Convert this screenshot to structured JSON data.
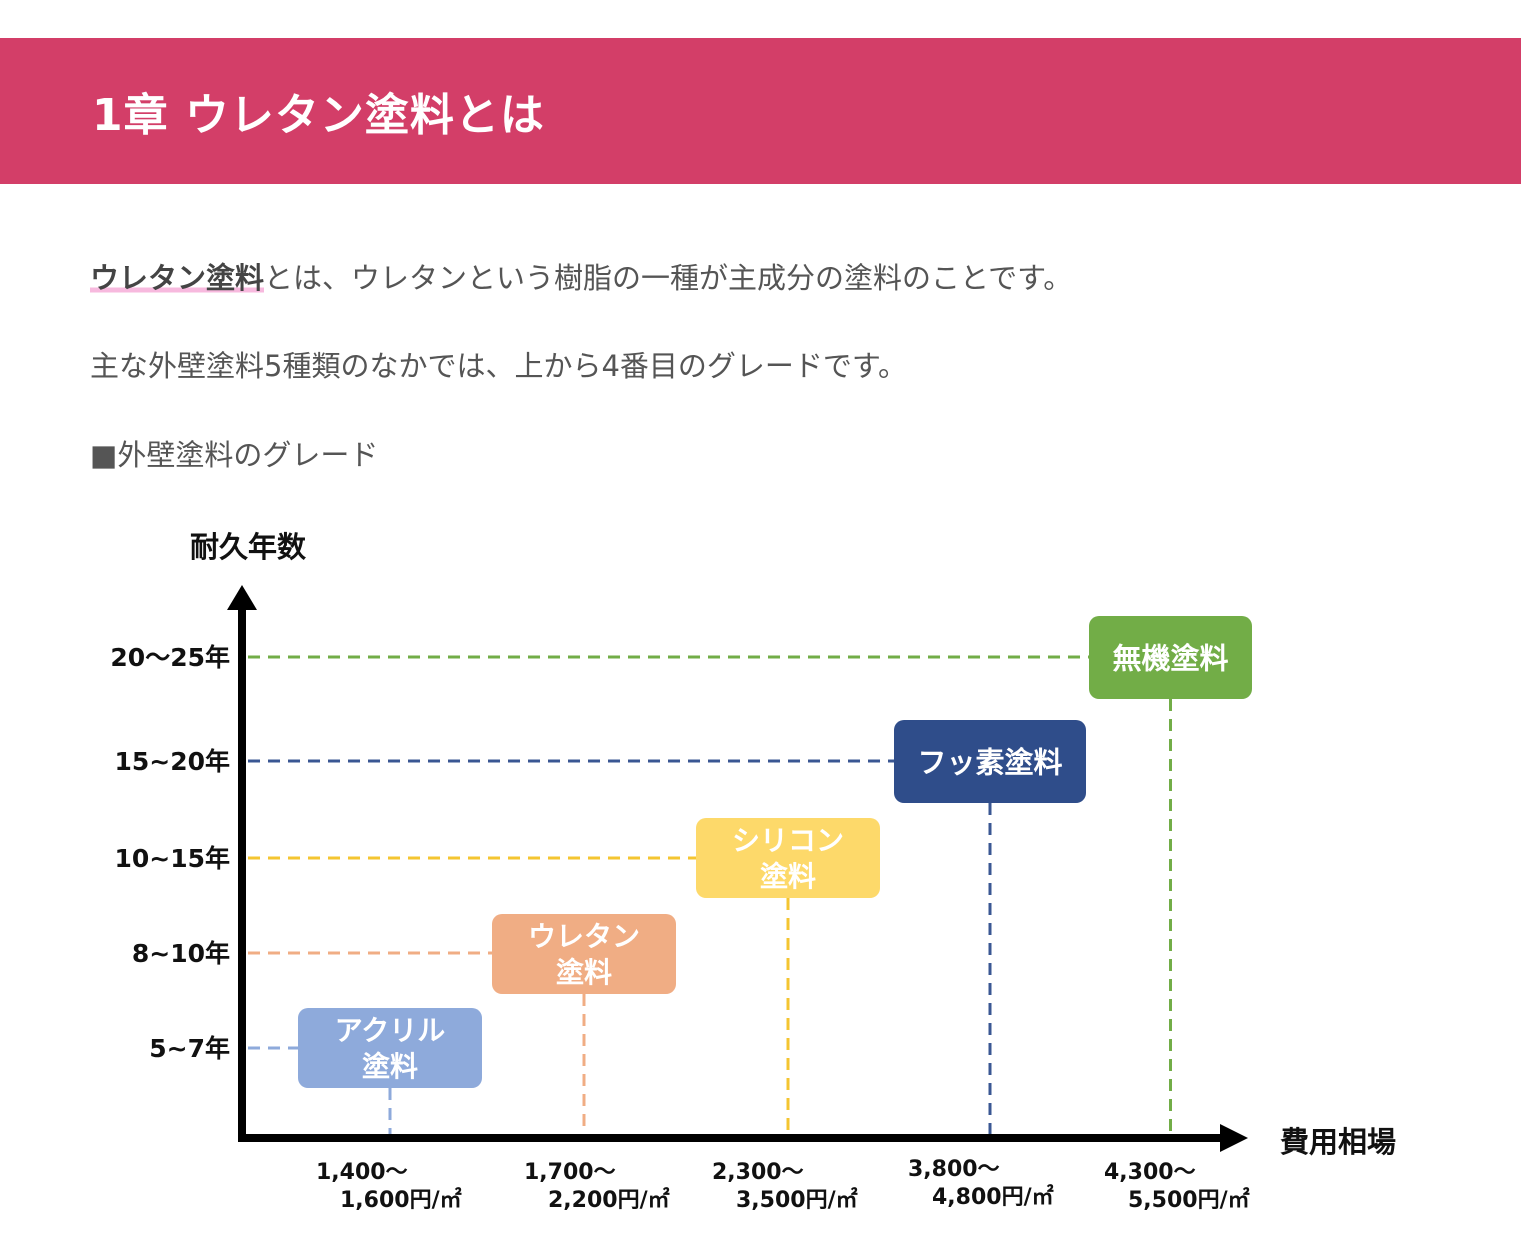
{
  "heading": {
    "title": "1章 ウレタン塗料とは"
  },
  "intro": {
    "term": "ウレタン塗料",
    "line1_rest": "とは、ウレタンという樹脂の一種が主成分の塗料のことです。",
    "line2": "主な外壁塗料5種類のなかでは、上から4番目のグレードです。",
    "section_label": "■外壁塗料のグレード"
  },
  "chart_data": {
    "type": "diagram",
    "ylabel": "耐久年数",
    "xlabel": "費用相場",
    "y_levels": [
      "5~7年",
      "8~10年",
      "10~15年",
      "15~20年",
      "20〜25年"
    ],
    "x_levels": [
      [
        "1,400〜",
        "1,600円/㎡"
      ],
      [
        "1,700〜",
        "2,200円/㎡"
      ],
      [
        "2,300〜",
        "3,500円/㎡"
      ],
      [
        "3,800〜",
        "4,800円/㎡"
      ],
      [
        "4,300〜",
        "5,500円/㎡"
      ]
    ],
    "paints": [
      {
        "lines": [
          "アクリル",
          "塗料"
        ],
        "color": "#8eaadb",
        "durability": "5~7年",
        "cost": "1,400〜1,600円/㎡"
      },
      {
        "lines": [
          "ウレタン",
          "塗料"
        ],
        "color": "#f0ad84",
        "durability": "8~10年",
        "cost": "1,700〜2,200円/㎡"
      },
      {
        "lines": [
          "シリコン",
          "塗料"
        ],
        "color": "#fdd96a",
        "durability": "10~15年",
        "cost": "2,300〜3,500円/㎡"
      },
      {
        "lines": [
          "フッ素塗料"
        ],
        "color": "#2f4d8a",
        "durability": "15~20年",
        "cost": "3,800〜4,800円/㎡"
      },
      {
        "lines": [
          "無機塗料"
        ],
        "color": "#72ad47",
        "durability": "20〜25年",
        "cost": "4,300〜5,500円/㎡"
      }
    ]
  }
}
